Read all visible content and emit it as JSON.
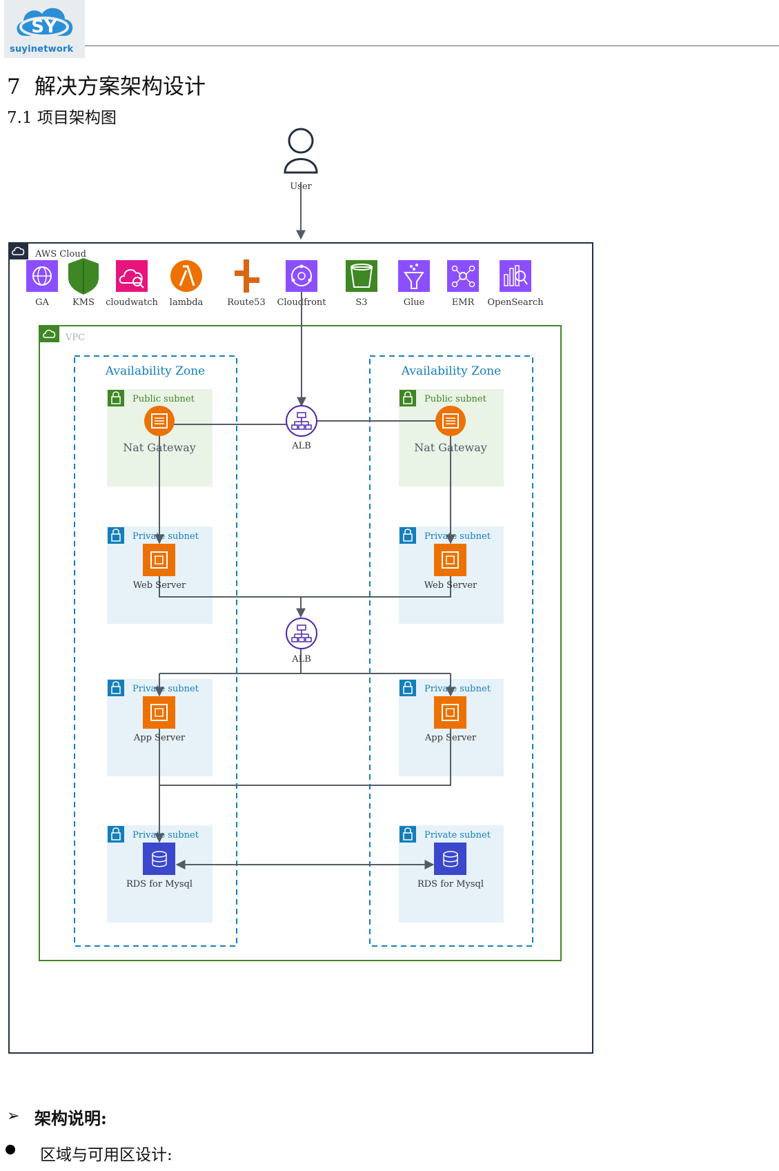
{
  "header": {
    "logo_text": "suyinetwork"
  },
  "section": {
    "number": "7",
    "title": "解决方案架构设计",
    "subsection": "7.1 项目架构图"
  },
  "diagram": {
    "user": "User",
    "aws_cloud": "AWS Cloud",
    "services": [
      "GA",
      "KMS",
      "cloudwatch",
      "lambda",
      "Route53",
      "Cloudfront",
      "S3",
      "Glue",
      "EMR",
      "OpenSearch"
    ],
    "vpc": "VPC",
    "availability_zone": "Availability Zone",
    "public_subnet": "Public subnet",
    "private_subnet": "Private subnet",
    "nat_gateway": "Nat Gateway",
    "alb": "ALB",
    "web_server": "Web Server",
    "app_server": "App Server",
    "rds": "RDS for Mysql",
    "colors": {
      "aws_border": "#232f3e",
      "vpc_border": "#3f8624",
      "az_border": "#147eba",
      "public_subnet_fill": "#e9f3e6",
      "private_subnet_fill": "#e6f2f8",
      "connector": "#545b64",
      "alb": "#8c4fff"
    }
  },
  "body": {
    "section_heading": "架构说明:",
    "region_heading": "区域与可用区设计:"
  }
}
